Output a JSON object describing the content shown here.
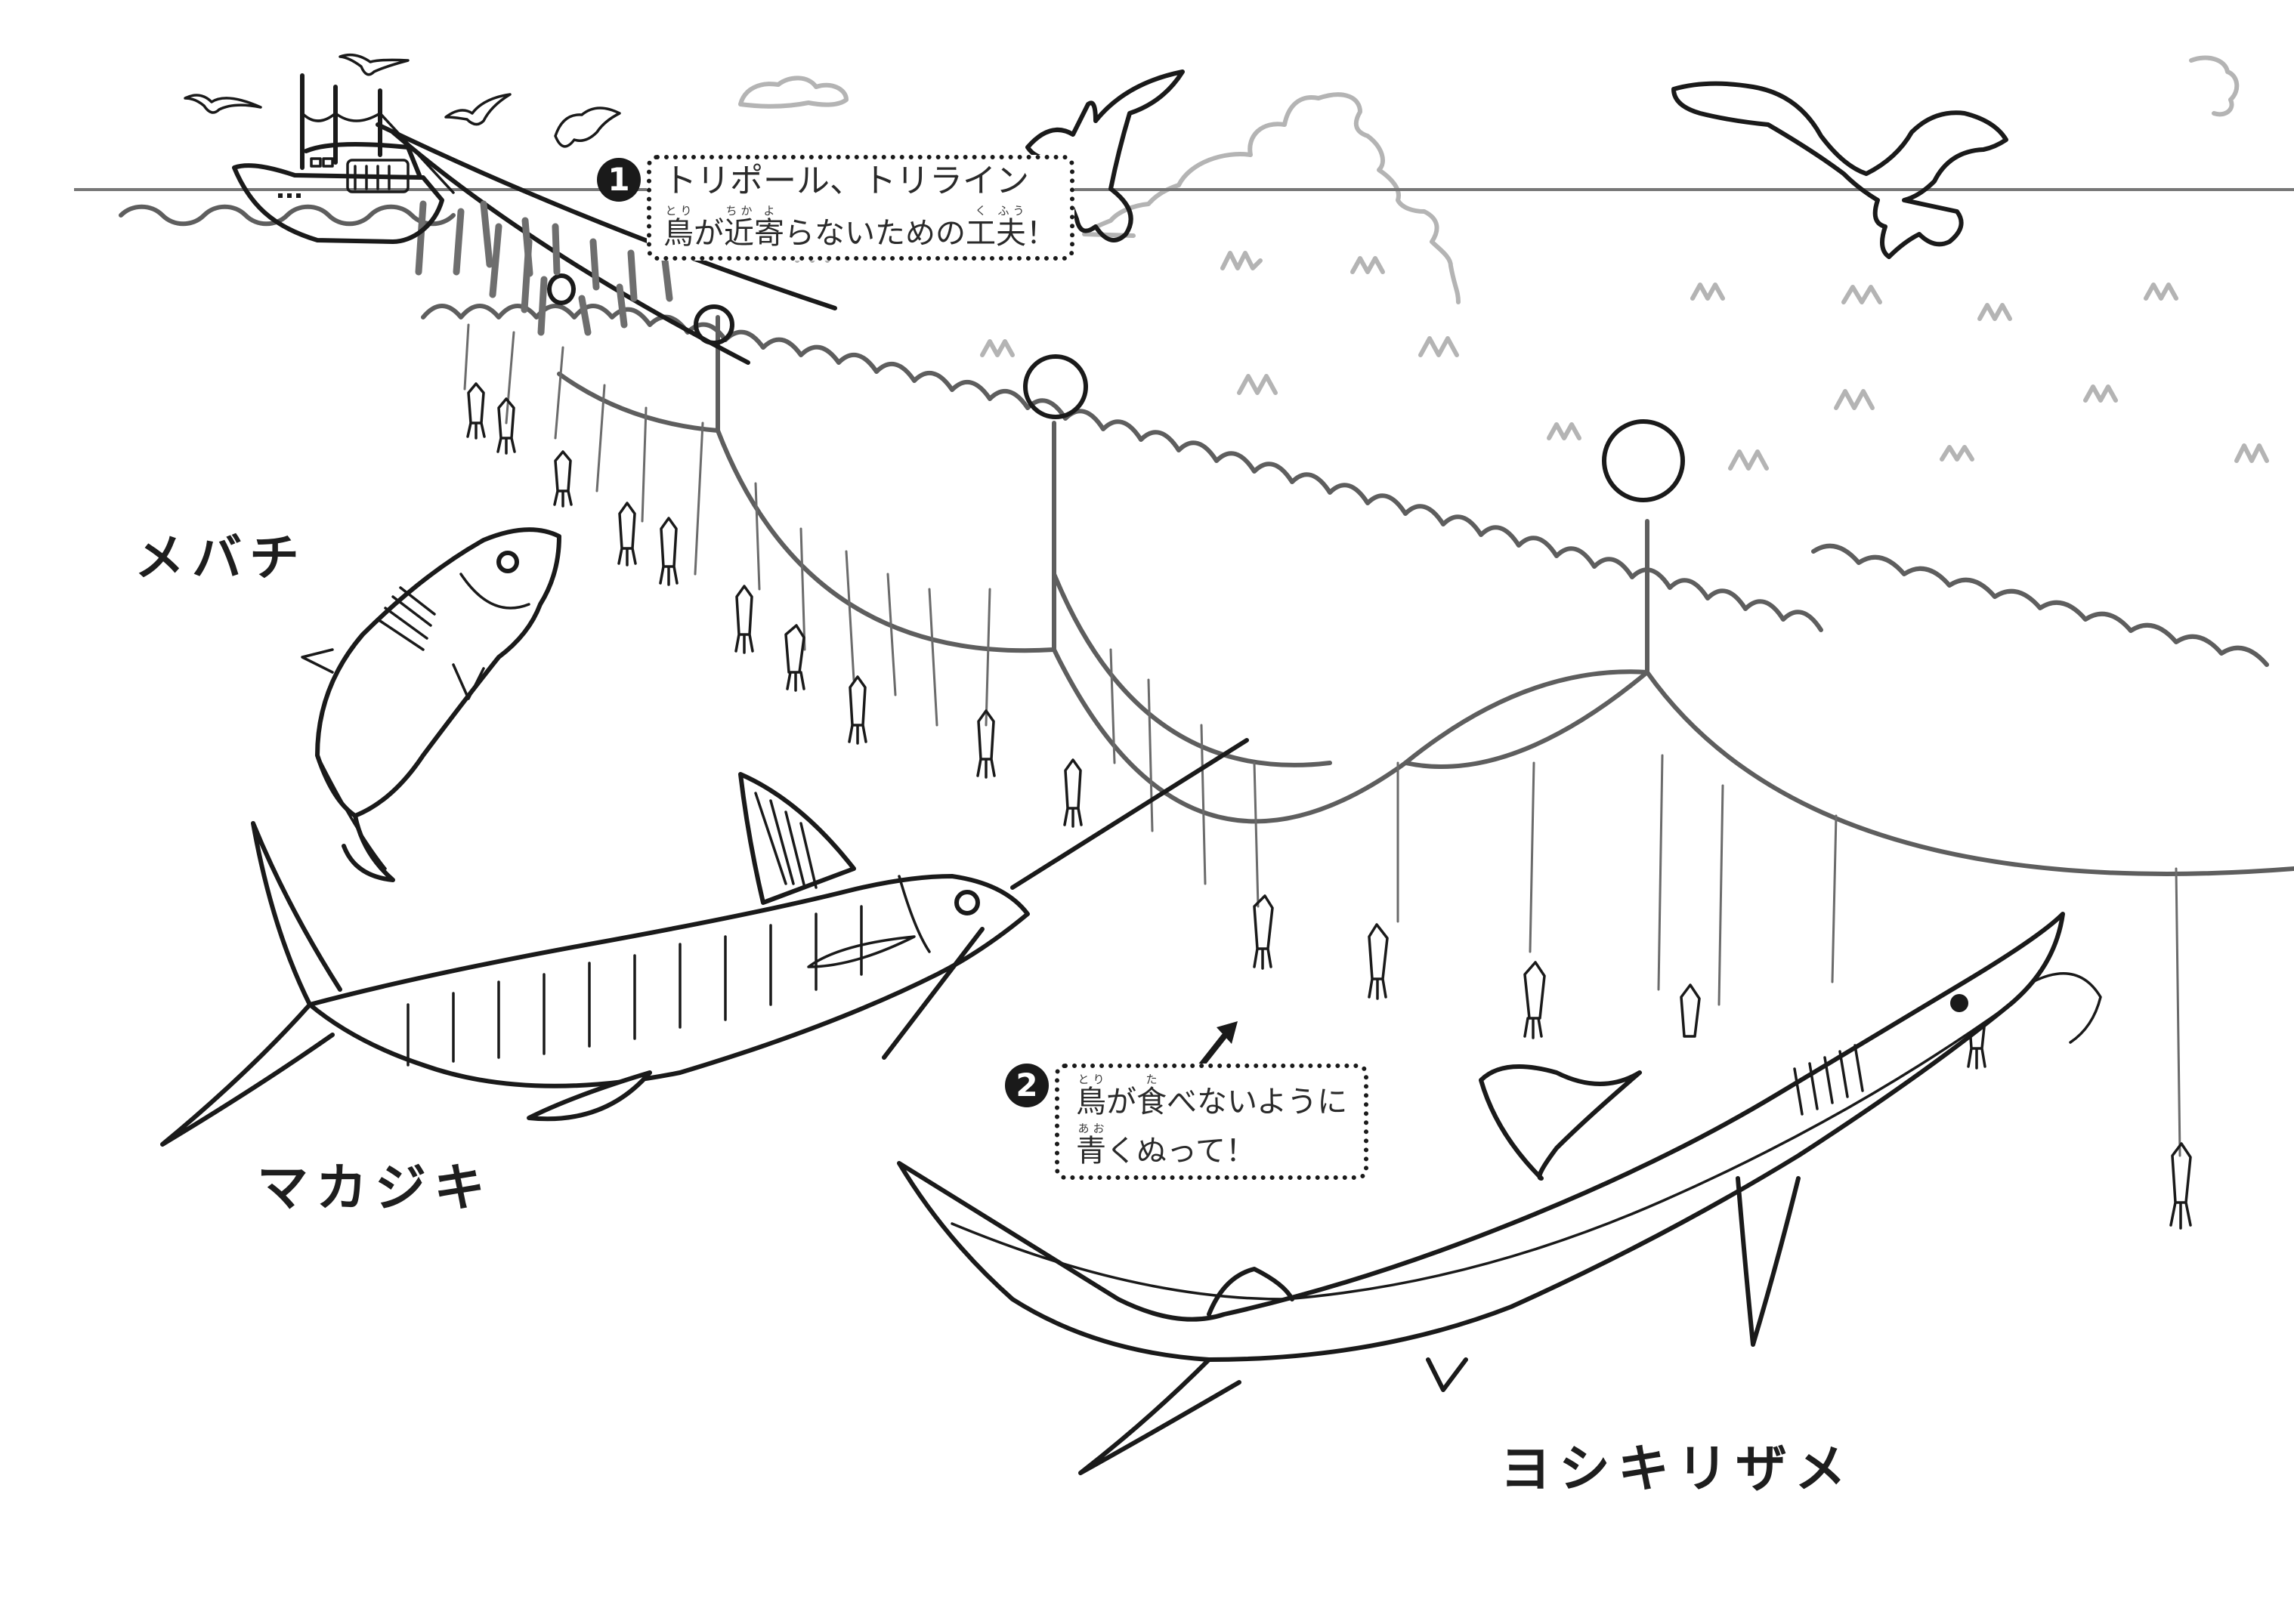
{
  "title": "はえ縄漁 ぬりえ",
  "species": {
    "mebachi": "メバチ",
    "makajiki": "マカジキ",
    "yoshikirizame": "ヨシキリザメ"
  },
  "callouts": [
    {
      "number": "1",
      "heading": "トリポール、トリライン",
      "body": [
        {
          "base": "鳥",
          "ruby": "とり"
        },
        {
          "base": "が",
          "ruby": ""
        },
        {
          "base": "近",
          "ruby": "ちか"
        },
        {
          "base": "寄",
          "ruby": "よ"
        },
        {
          "base": "らないための",
          "ruby": ""
        },
        {
          "base": "工",
          "ruby": "く"
        },
        {
          "base": "夫",
          "ruby": "ふう"
        },
        {
          "base": "！",
          "ruby": ""
        }
      ]
    },
    {
      "number": "2",
      "line1": [
        {
          "base": "鳥",
          "ruby": "とり"
        },
        {
          "base": "が",
          "ruby": ""
        },
        {
          "base": "食",
          "ruby": "た"
        },
        {
          "base": "べないように",
          "ruby": ""
        }
      ],
      "line2": [
        {
          "base": "青",
          "ruby": "あお"
        },
        {
          "base": "くぬって！",
          "ruby": ""
        }
      ]
    }
  ],
  "colors": {
    "ink": "#1a1a1a",
    "line_grey": "#5e5e5e",
    "light_grey": "#b4b4b4",
    "background": "#ffffff"
  },
  "icons": {
    "boat": "fishing-boat-icon",
    "bird": "seabird-icon",
    "buoy": "float-buoy-icon",
    "squid": "squid-bait-icon",
    "arrow": "arrow-icon"
  }
}
